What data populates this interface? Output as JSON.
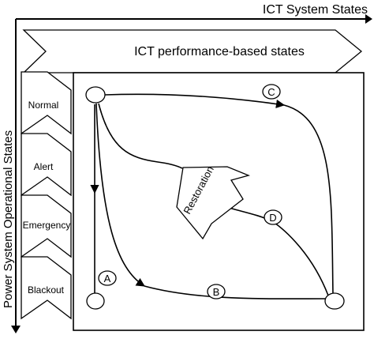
{
  "axes": {
    "top_label": "ICT System States",
    "left_label": "Power System Operational States"
  },
  "band": {
    "label": "ICT performance-based states"
  },
  "power_states": [
    "Normal",
    "Alert",
    "Emergency",
    "Blackout"
  ],
  "center": {
    "label": "Restoration"
  },
  "paths": {
    "a": "A",
    "b": "B",
    "c": "C",
    "d": "D"
  }
}
